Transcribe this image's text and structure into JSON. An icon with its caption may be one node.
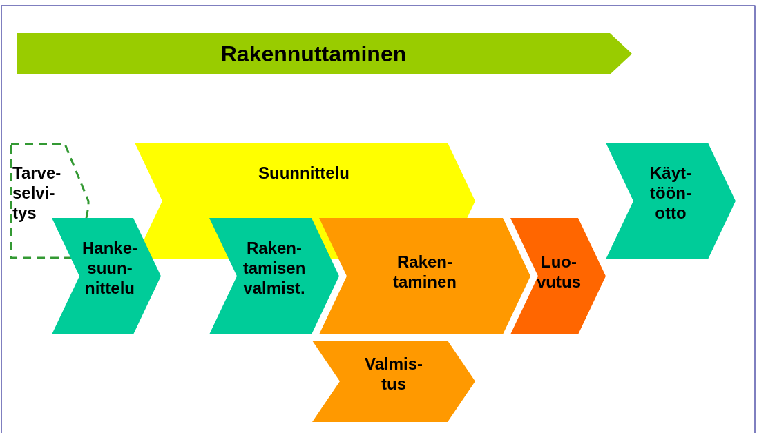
{
  "diagram": {
    "nodes": [
      {
        "text": [
          "Rakennuttaminen"
        ]
      },
      {
        "text": [
          "Tarve- selvi- tys"
        ]
      },
      {
        "text": [
          "Suunnittelu"
        ]
      },
      {
        "text": [
          "Käyt- töön- otto"
        ]
      },
      {
        "text": [
          "Hanke- suun- nittelu"
        ]
      },
      {
        "text": [
          "Raken- tamisen valmist."
        ]
      },
      {
        "text": [
          "Raken- taminen"
        ]
      },
      {
        "text": [
          "Luo- vutus"
        ]
      },
      {
        "text": [
          "Valmis- tus"
        ]
      }
    ]
  }
}
